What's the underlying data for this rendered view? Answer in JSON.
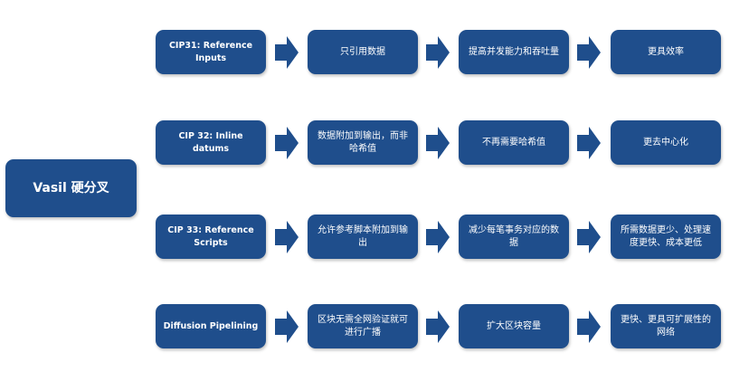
{
  "colors": {
    "box": "#1f4e8c",
    "arrow": "#1f4e8c",
    "background": "#ffffff"
  },
  "root": {
    "label": "Vasil 硬分叉"
  },
  "rows": [
    {
      "cip": "CIP31: Reference Inputs",
      "steps": [
        "只引用数据",
        "提高并发能力和吞吐量",
        "更具效率"
      ]
    },
    {
      "cip": "CIP 32: Inline datums",
      "steps": [
        "数据附加到输出，而非哈希值",
        "不再需要哈希值",
        "更去中心化"
      ]
    },
    {
      "cip": "CIP 33: Reference Scripts",
      "steps": [
        "允许参考脚本附加到输出",
        "减少每笔事务对应的数据",
        "所需数据更少、处理速度更快、成本更低"
      ]
    },
    {
      "cip": "Diffusion Pipelining",
      "steps": [
        "区块无需全网验证就可进行广播",
        "扩大区块容量",
        "更快、更具可扩展性的网络"
      ]
    }
  ]
}
